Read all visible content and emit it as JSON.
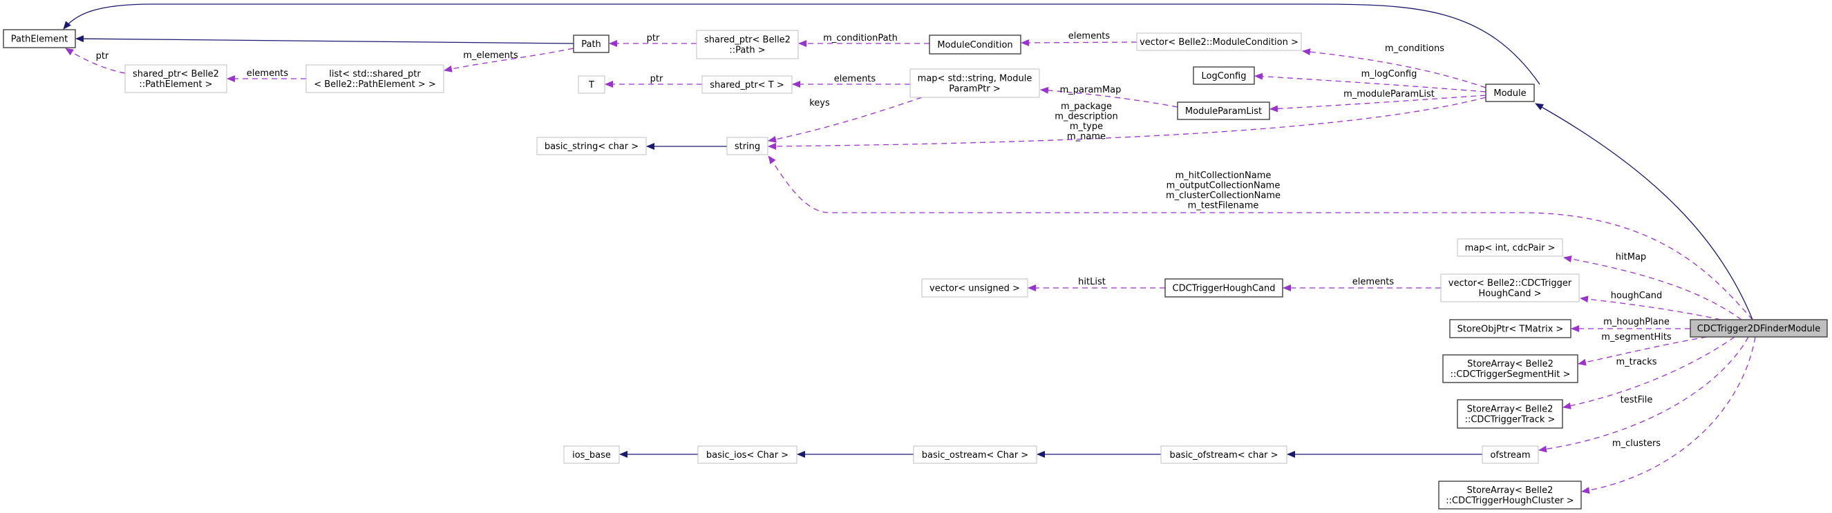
{
  "diagram": {
    "title": "Collaboration diagram for CDCTrigger2DFinderModule",
    "colors": {
      "inheritance_edge": "#191970",
      "usage_edge": "#9a32cd",
      "documented_border": "#404040",
      "undocumented_border": "#bfbfbf",
      "focus_fill": "#bfbfbf",
      "node_fill": "#ffffff"
    },
    "nodes": [
      {
        "id": "PathElement",
        "lines": [
          "PathElement"
        ],
        "kind": "documented"
      },
      {
        "id": "sp_PathElement",
        "lines": [
          "shared_ptr< Belle2",
          "::PathElement >"
        ],
        "kind": "external"
      },
      {
        "id": "list_sp",
        "lines": [
          "list< std::shared_ptr",
          "< Belle2::PathElement > >"
        ],
        "kind": "external"
      },
      {
        "id": "Path",
        "lines": [
          "Path"
        ],
        "kind": "documented"
      },
      {
        "id": "T",
        "lines": [
          "T"
        ],
        "kind": "external"
      },
      {
        "id": "sp_Path",
        "lines": [
          "shared_ptr< Belle2",
          "::Path >"
        ],
        "kind": "external"
      },
      {
        "id": "sp_T",
        "lines": [
          "shared_ptr< T >"
        ],
        "kind": "external"
      },
      {
        "id": "ModuleCondition",
        "lines": [
          "ModuleCondition"
        ],
        "kind": "documented"
      },
      {
        "id": "map_params",
        "lines": [
          "map< std::string, Module",
          "ParamPtr >"
        ],
        "kind": "external"
      },
      {
        "id": "vec_cond",
        "lines": [
          "vector< Belle2::ModuleCondition >"
        ],
        "kind": "external"
      },
      {
        "id": "LogConfig",
        "lines": [
          "LogConfig"
        ],
        "kind": "documented"
      },
      {
        "id": "ModuleParamList",
        "lines": [
          "ModuleParamList"
        ],
        "kind": "documented"
      },
      {
        "id": "Module",
        "lines": [
          "Module"
        ],
        "kind": "documented"
      },
      {
        "id": "basic_string",
        "lines": [
          "basic_string< char >"
        ],
        "kind": "external"
      },
      {
        "id": "string",
        "lines": [
          "string"
        ],
        "kind": "external"
      },
      {
        "id": "map_cdcpair",
        "lines": [
          "map< int, cdcPair >"
        ],
        "kind": "external"
      },
      {
        "id": "vec_unsigned",
        "lines": [
          "vector< unsigned >"
        ],
        "kind": "external"
      },
      {
        "id": "HoughCand",
        "lines": [
          "CDCTriggerHoughCand"
        ],
        "kind": "documented"
      },
      {
        "id": "vec_houghcand",
        "lines": [
          "vector< Belle2::CDCTrigger",
          "HoughCand >"
        ],
        "kind": "external"
      },
      {
        "id": "StoreObjPtr",
        "lines": [
          "StoreObjPtr< TMatrix >"
        ],
        "kind": "documented"
      },
      {
        "id": "Finder",
        "lines": [
          "CDCTrigger2DFinderModule"
        ],
        "kind": "focus"
      },
      {
        "id": "SA_SegmentHit",
        "lines": [
          "StoreArray< Belle2",
          "::CDCTriggerSegmentHit >"
        ],
        "kind": "documented"
      },
      {
        "id": "SA_Track",
        "lines": [
          "StoreArray< Belle2",
          "::CDCTriggerTrack >"
        ],
        "kind": "documented"
      },
      {
        "id": "ios_base",
        "lines": [
          "ios_base"
        ],
        "kind": "external"
      },
      {
        "id": "basic_ios",
        "lines": [
          "basic_ios< Char >"
        ],
        "kind": "external"
      },
      {
        "id": "basic_ostream",
        "lines": [
          "basic_ostream< Char >"
        ],
        "kind": "external"
      },
      {
        "id": "basic_ofstream",
        "lines": [
          "basic_ofstream< char >"
        ],
        "kind": "external"
      },
      {
        "id": "ofstream",
        "lines": [
          "ofstream"
        ],
        "kind": "external"
      },
      {
        "id": "SA_HoughCluster",
        "lines": [
          "StoreArray< Belle2",
          "::CDCTriggerHoughCluster >"
        ],
        "kind": "documented"
      }
    ],
    "edges": [
      {
        "from": "Module",
        "to": "PathElement",
        "type": "inheritance",
        "labels": []
      },
      {
        "from": "Path",
        "to": "PathElement",
        "type": "inheritance",
        "labels": []
      },
      {
        "from": "sp_PathElement",
        "to": "PathElement",
        "type": "usage",
        "labels": [
          "ptr"
        ]
      },
      {
        "from": "list_sp",
        "to": "sp_PathElement",
        "type": "usage",
        "labels": [
          "elements"
        ]
      },
      {
        "from": "Path",
        "to": "list_sp",
        "type": "usage",
        "labels": [
          "m_elements"
        ]
      },
      {
        "from": "sp_Path",
        "to": "Path",
        "type": "usage",
        "labels": [
          "ptr"
        ]
      },
      {
        "from": "ModuleCondition",
        "to": "sp_Path",
        "type": "usage",
        "labels": [
          "m_conditionPath"
        ]
      },
      {
        "from": "vec_cond",
        "to": "ModuleCondition",
        "type": "usage",
        "labels": [
          "elements"
        ]
      },
      {
        "from": "Module",
        "to": "vec_cond",
        "type": "usage",
        "labels": [
          "m_conditions"
        ]
      },
      {
        "from": "sp_T",
        "to": "T",
        "type": "usage",
        "labels": [
          "ptr"
        ]
      },
      {
        "from": "map_params",
        "to": "sp_T",
        "type": "usage",
        "labels": [
          "elements"
        ]
      },
      {
        "from": "map_params",
        "to": "string",
        "type": "usage",
        "labels": [
          "keys"
        ]
      },
      {
        "from": "ModuleParamList",
        "to": "map_params",
        "type": "usage",
        "labels": [
          "m_paramMap"
        ]
      },
      {
        "from": "Module",
        "to": "LogConfig",
        "type": "usage",
        "labels": [
          "m_logConfig"
        ]
      },
      {
        "from": "Module",
        "to": "ModuleParamList",
        "type": "usage",
        "labels": [
          "m_moduleParamList"
        ]
      },
      {
        "from": "Module",
        "to": "string",
        "type": "usage",
        "labels": [
          "m_package",
          "m_description",
          "m_type",
          "m_name"
        ]
      },
      {
        "from": "string",
        "to": "basic_string",
        "type": "inheritance",
        "labels": []
      },
      {
        "from": "Finder",
        "to": "string",
        "type": "usage",
        "labels": [
          "m_hitCollectionName",
          "m_outputCollectionName",
          "m_clusterCollectionName",
          "m_testFilename"
        ]
      },
      {
        "from": "Finder",
        "to": "Module",
        "type": "inheritance",
        "labels": []
      },
      {
        "from": "Finder",
        "to": "map_cdcpair",
        "type": "usage",
        "labels": [
          "hitMap"
        ]
      },
      {
        "from": "HoughCand",
        "to": "vec_unsigned",
        "type": "usage",
        "labels": [
          "hitList"
        ]
      },
      {
        "from": "vec_houghcand",
        "to": "HoughCand",
        "type": "usage",
        "labels": [
          "elements"
        ]
      },
      {
        "from": "Finder",
        "to": "vec_houghcand",
        "type": "usage",
        "labels": [
          "houghCand"
        ]
      },
      {
        "from": "Finder",
        "to": "StoreObjPtr",
        "type": "usage",
        "labels": [
          "m_houghPlane"
        ]
      },
      {
        "from": "Finder",
        "to": "SA_SegmentHit",
        "type": "usage",
        "labels": [
          "m_segmentHits"
        ]
      },
      {
        "from": "Finder",
        "to": "SA_Track",
        "type": "usage",
        "labels": [
          "m_tracks"
        ]
      },
      {
        "from": "Finder",
        "to": "ofstream",
        "type": "usage",
        "labels": [
          "testFile"
        ]
      },
      {
        "from": "Finder",
        "to": "SA_HoughCluster",
        "type": "usage",
        "labels": [
          "m_clusters"
        ]
      },
      {
        "from": "basic_ios",
        "to": "ios_base",
        "type": "inheritance",
        "labels": []
      },
      {
        "from": "basic_ostream",
        "to": "basic_ios",
        "type": "inheritance",
        "labels": []
      },
      {
        "from": "basic_ofstream",
        "to": "basic_ostream",
        "type": "inheritance",
        "labels": []
      },
      {
        "from": "ofstream",
        "to": "basic_ofstream",
        "type": "inheritance",
        "labels": []
      }
    ]
  }
}
